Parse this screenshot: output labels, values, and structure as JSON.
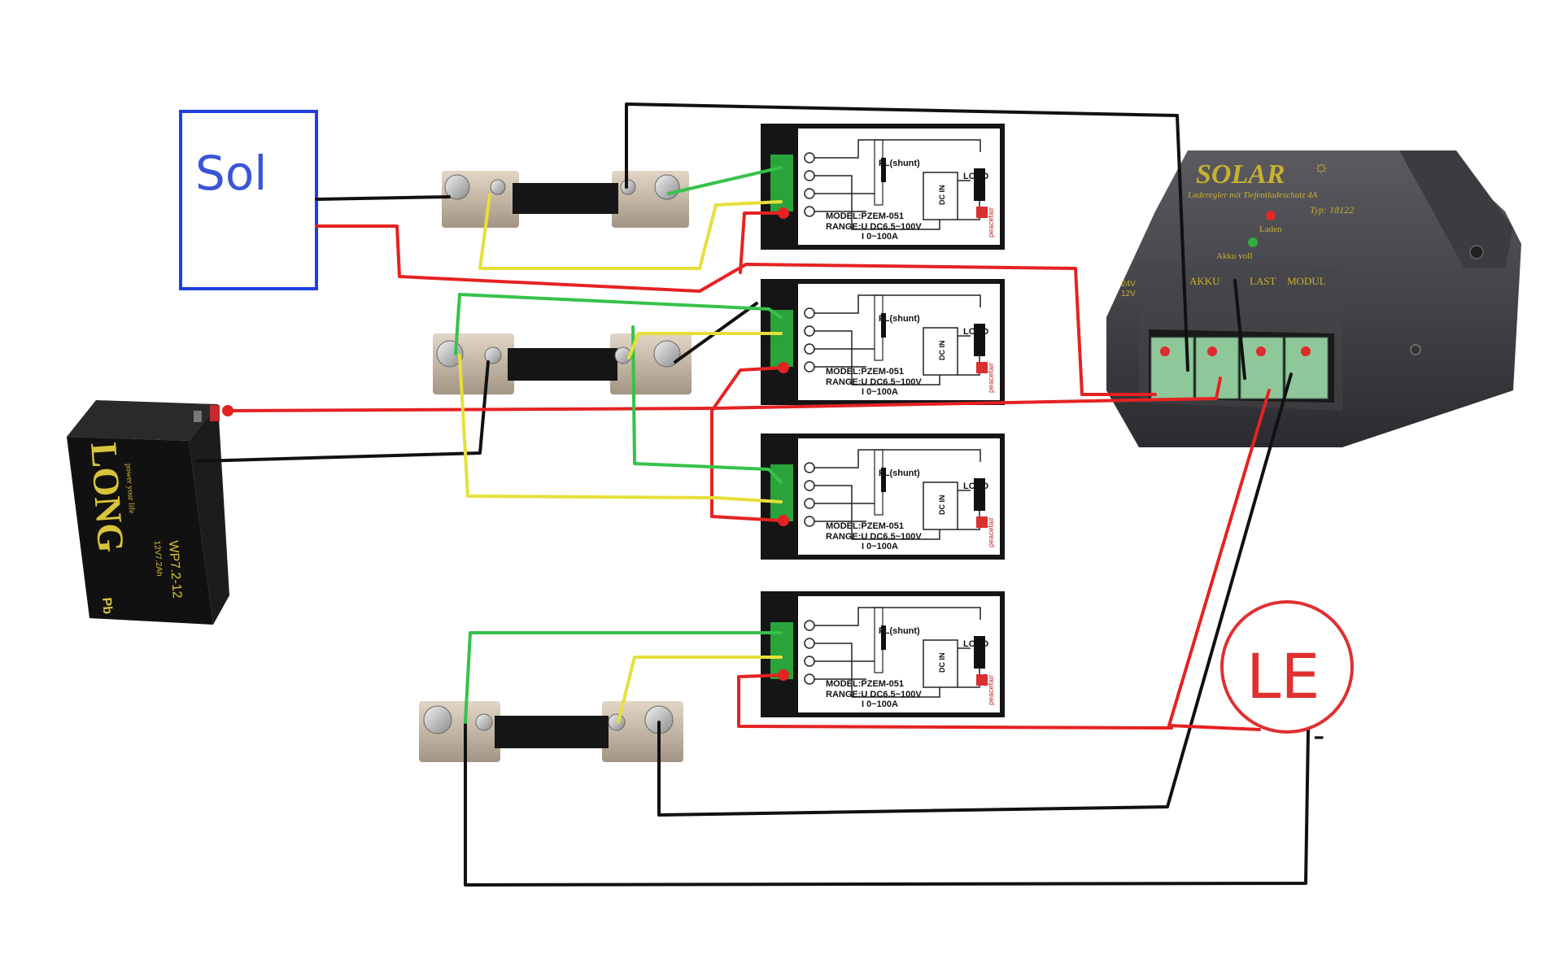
{
  "labels": {
    "sol": "Sol",
    "le": "LE",
    "minus": "-"
  },
  "battery": {
    "brand": "LONG",
    "tagline": "power your life",
    "model": "WP7.2-12",
    "spec": "12V7.2Ah",
    "chem": "Pb"
  },
  "controller": {
    "title": "SOLAR",
    "subtitle": "Laderegler mit Tiefentladeschutz 4A",
    "typ": "Typ: 18122",
    "led_laden": "Laden",
    "led_voll": "Akku voll",
    "v24": "24V",
    "v12": "12V",
    "term_akku": "AKKU",
    "term_last": "LAST",
    "term_modul": "MODUL"
  },
  "meter": {
    "shunt_label": "FL(shunt)",
    "load_label": "LOAD",
    "dcin_label": "DC IN",
    "brand": "peacefair",
    "model": "MODEL:PZEM-051",
    "range_u": "RANGE:U DC6.5~100V",
    "range_i": "I 0~100A"
  },
  "colors": {
    "red": "#e52222",
    "black": "#111111",
    "green": "#36c24a",
    "yellow": "#e6e03a",
    "sol_box": "#1f3fe0",
    "le_circle": "#e03030"
  }
}
